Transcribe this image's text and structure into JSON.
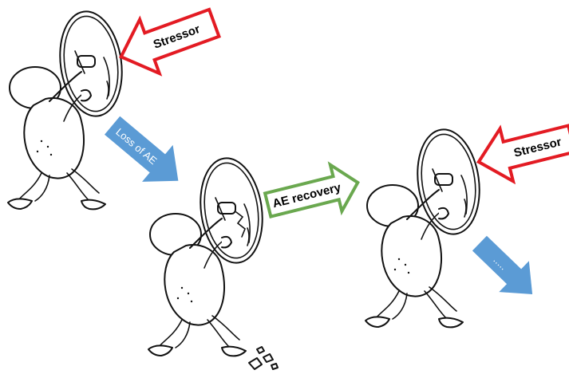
{
  "arrows": {
    "stressor_1": "Stressor",
    "loss": "Loss of AE",
    "recovery": "AE recovery",
    "stressor_2": "Stressor",
    "continuation": "....."
  },
  "colors": {
    "stressor_outline": "#e31b23",
    "recovery_outline": "#6aa84f",
    "blue_arrow": "#5b9bd5"
  },
  "figures": [
    "figure-shield-intact",
    "figure-shield-broken",
    "figure-shield-recovered"
  ]
}
